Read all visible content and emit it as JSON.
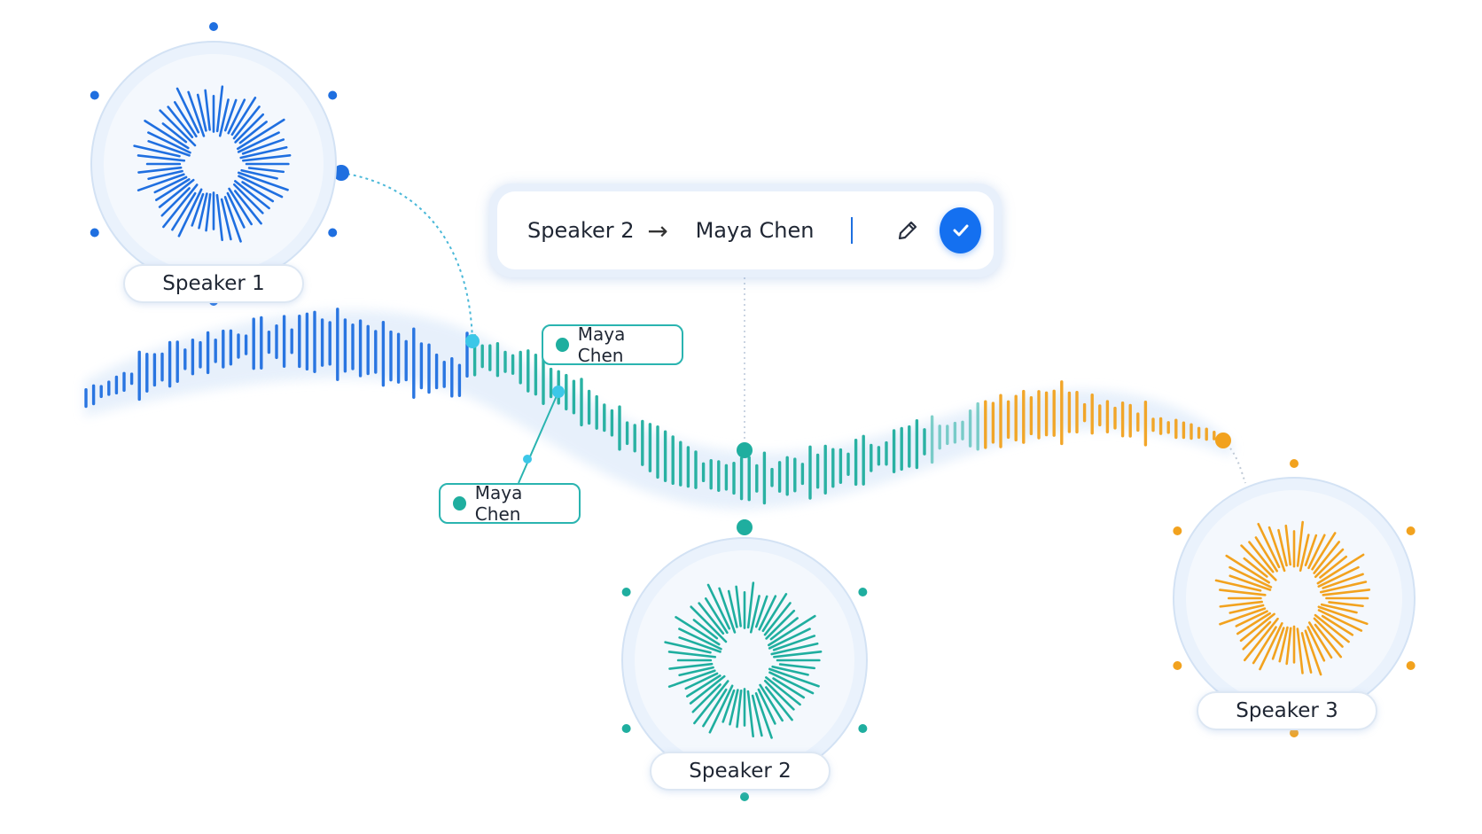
{
  "rename": {
    "from": "Speaker 2",
    "arrow": "→",
    "to": "Maya Chen",
    "edit_icon": "pencil-icon",
    "confirm_icon": "checkmark-icon"
  },
  "speakers": [
    {
      "label": "Speaker 1",
      "color": "#1f6fe0"
    },
    {
      "label": "Speaker 2",
      "color": "#1fae9f"
    },
    {
      "label": "Speaker 3",
      "color": "#f2a21e"
    }
  ],
  "tags": [
    {
      "label": "Maya Chen"
    },
    {
      "label": "Maya Chen"
    }
  ],
  "colors": {
    "speaker1": "#1f6fe0",
    "speaker2": "#1fae9f",
    "speaker3": "#f2a21e",
    "accent": "#1470f0",
    "waveform_band": "#e3eefb"
  }
}
